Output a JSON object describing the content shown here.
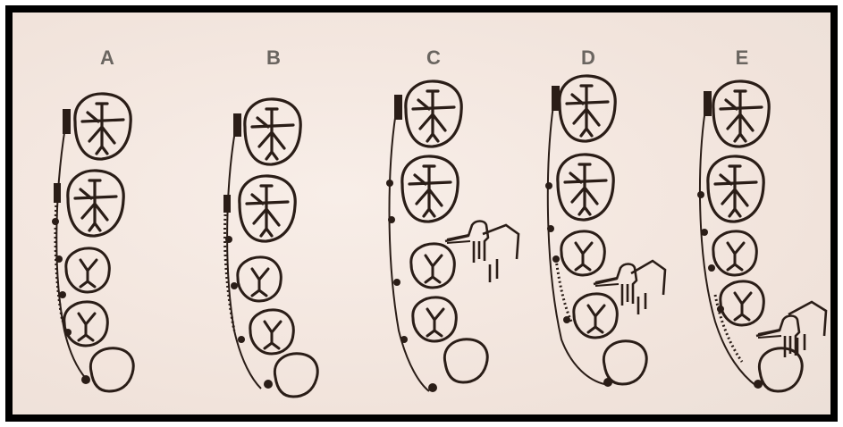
{
  "figure": {
    "panels": [
      {
        "label": "A"
      },
      {
        "label": "B"
      },
      {
        "label": "C"
      },
      {
        "label": "D"
      },
      {
        "label": "E"
      }
    ]
  },
  "colors": {
    "background": "#f4e9e2",
    "ink": "#2a1d17",
    "frame": "#000000",
    "label": "#6a6560"
  }
}
